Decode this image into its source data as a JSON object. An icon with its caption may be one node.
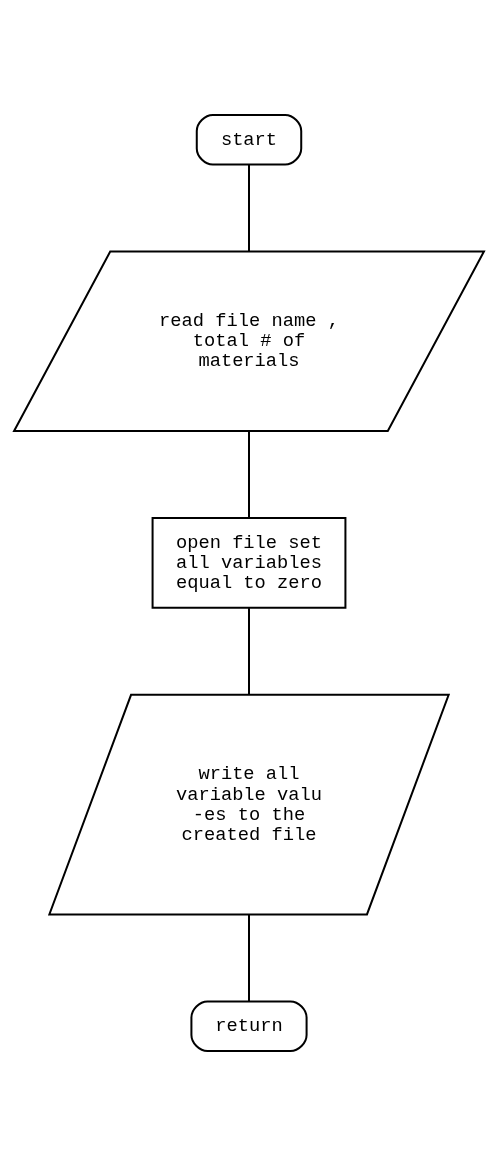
{
  "diagram": {
    "nodes": [
      {
        "text": [
          "start"
        ]
      },
      {
        "text": [
          "read file name , total # of materials"
        ]
      },
      {
        "text": [
          "open file set all variables equal to zero"
        ]
      },
      {
        "text": [
          "write all variable valu -es to the created file"
        ]
      },
      {
        "text": [
          "return"
        ]
      }
    ],
    "edges": [
      {
        "from": 0,
        "to": 1,
        "arrow": "none"
      },
      {
        "from": 1,
        "to": 2,
        "arrow": "none"
      },
      {
        "from": 2,
        "to": 3,
        "arrow": "none"
      },
      {
        "from": 3,
        "to": 4,
        "arrow": "none"
      }
    ]
  }
}
